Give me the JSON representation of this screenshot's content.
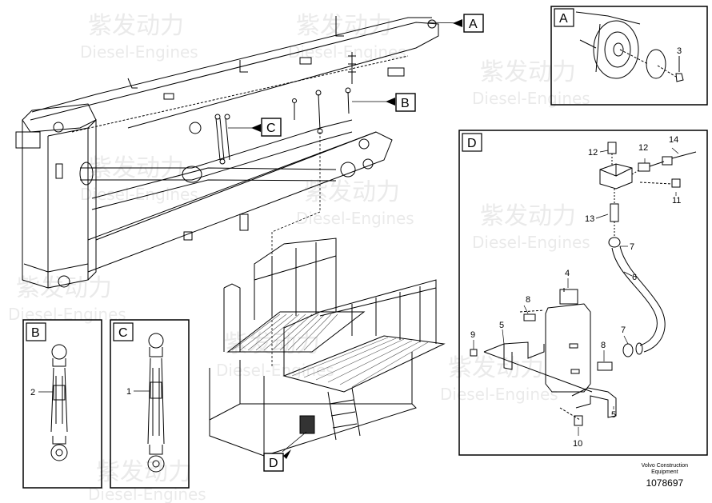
{
  "watermark": {
    "cn": "紫发动力",
    "en": "Diesel-Engines"
  },
  "callouts": {
    "A": "A",
    "B": "B",
    "C": "C",
    "D": "D"
  },
  "detail_A": {
    "title": "A",
    "part_3": "3"
  },
  "detail_B": {
    "title": "B",
    "part_2": "2"
  },
  "detail_C": {
    "title": "C",
    "part_1": "1"
  },
  "detail_D": {
    "title": "D",
    "parts": {
      "p12a": "12",
      "p12b": "12",
      "p14": "14",
      "p11": "11",
      "p13": "13",
      "p7a": "7",
      "p6": "6",
      "p4": "4",
      "p8a": "8",
      "p9": "9",
      "p5a": "5",
      "p7b": "7",
      "p8b": "8",
      "p5b": "5",
      "p10": "10"
    }
  },
  "footer": {
    "company_line1": "Volvo Construction",
    "company_line2": "Equipment",
    "drawing_number": "1078697"
  }
}
